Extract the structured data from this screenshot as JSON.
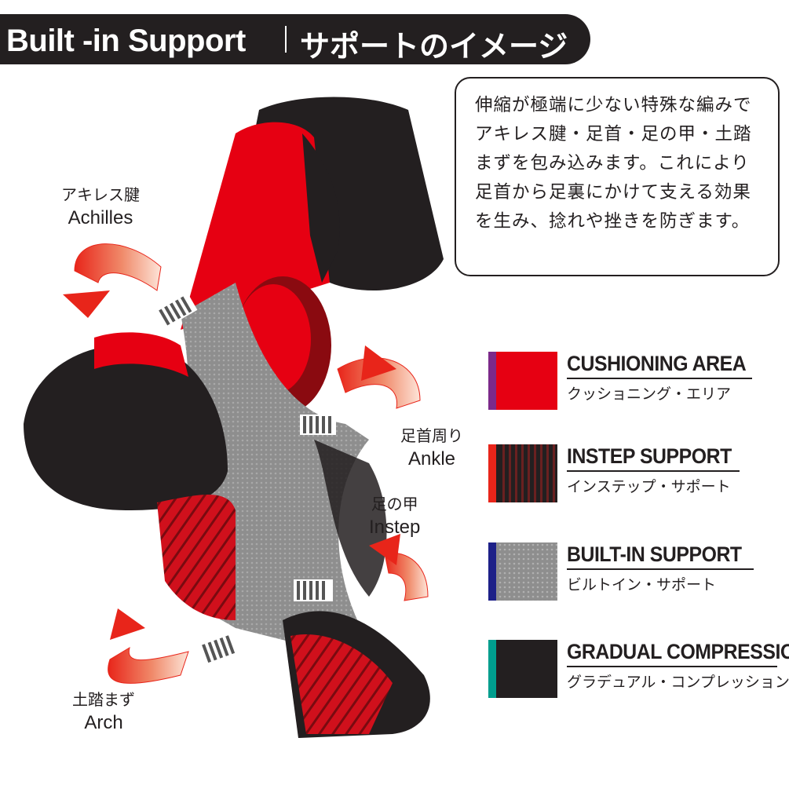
{
  "header": {
    "title": "Built -in Support",
    "subtitle": "サポートのイメージ"
  },
  "callout": {
    "text": "伸縮が極端に少ない特殊な編みでアキレス腱・足首・足の甲・土踏まずを包み込みます。これにより足首から足裏にかけて支える効果を生み、捻れや挫きを防ぎます。"
  },
  "labels": {
    "achilles": {
      "jp": "アキレス腱",
      "en": "Achilles"
    },
    "ankle": {
      "jp": "足首周り",
      "en": "Ankle"
    },
    "instep": {
      "jp": "足の甲",
      "en": "Instep"
    },
    "arch": {
      "jp": "土踏まず",
      "en": "Arch"
    }
  },
  "legend": [
    {
      "en": "CUSHIONING AREA",
      "jp": "クッショニング・エリア",
      "accent": "#7b2a8a",
      "color": "#e60012",
      "pattern": "solid"
    },
    {
      "en": "INSTEP SUPPORT",
      "jp": "インステップ・サポート",
      "accent": "#e8251a",
      "color": "#231f20",
      "pattern": "stripes"
    },
    {
      "en": "BUILT-IN SUPPORT",
      "jp": "ビルトイン・サポート",
      "accent": "#1d2088",
      "color": "#9a9a9a",
      "pattern": "mesh"
    },
    {
      "en": "GRADUAL COMPRESSION",
      "jp": "グラデュアル・コンプレッション",
      "accent": "#009e8e",
      "color": "#231f20",
      "pattern": "solid"
    }
  ],
  "colors": {
    "header_bg": "#231f20",
    "red": "#e60012",
    "black": "#231f20",
    "gray": "#8e8e8e"
  }
}
